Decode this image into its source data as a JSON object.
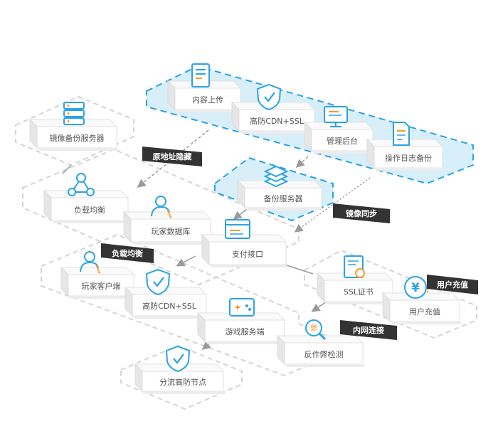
{
  "colors": {
    "accent": "#2aa3e6",
    "accent_dark": "#1b86d0",
    "highlight_fill": "#d8eef9",
    "tag_bg": "#333333",
    "dashed_gray": "#d4d4d4",
    "orange": "#f39a2b"
  },
  "nodes": {
    "mirror_backup_server": "镜像备份服务器",
    "content_upload": "内容上传",
    "cdn_ssl_top": "高防CDN+SSL",
    "admin_console": "管理后台",
    "operation_log_backup": "操作日志备份",
    "load_balance": "负载均衡",
    "player_database": "玩家数据库",
    "backup_server": "备份服务器",
    "payment_api": "支付接口",
    "ssl_cert": "SSL证书",
    "user_recharge": "用户充值",
    "player_client": "玩家客户端",
    "cdn_ssl_bottom": "高防CDN+SSL",
    "game_server": "游戏服务端",
    "anti_cheat": "反作弊检测",
    "split_defense_node": "分流高防节点"
  },
  "tags": {
    "origin_hide": "原地址隐藏",
    "mirror_sync": "镜像同步",
    "load_balance": "负载均衡",
    "user_recharge": "用户充值",
    "intranet": "内网连接"
  },
  "icon_glyphs": {
    "anti_cheat": "弊",
    "yuan": "¥"
  }
}
